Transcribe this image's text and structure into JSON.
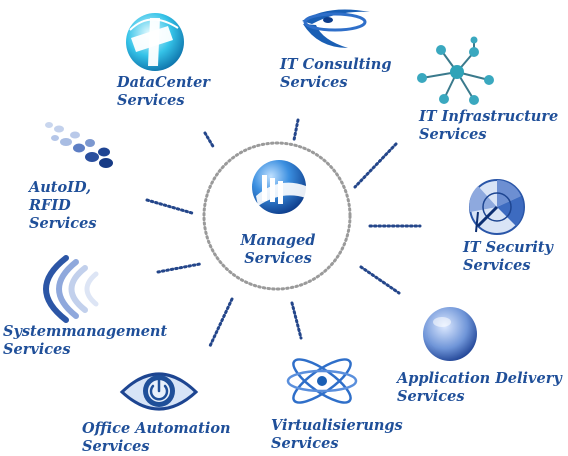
{
  "colors": {
    "label": "#1f4f99",
    "accent": "#1a5fb4",
    "dots": "#24468a",
    "ring": "#9a9a9a"
  },
  "center": {
    "label": "Managed\nServices",
    "icon": "managed-services-logo-icon"
  },
  "services": [
    {
      "id": "datacenter",
      "label": "DataCenter\nServices",
      "icon": "datacenter-globe-icon"
    },
    {
      "id": "it-consulting",
      "label": "IT Consulting\nServices",
      "icon": "swoosh-icon"
    },
    {
      "id": "it-infrastructure",
      "label": "IT Infrastructure\nServices",
      "icon": "network-nodes-icon"
    },
    {
      "id": "it-security",
      "label": "IT Security\nServices",
      "icon": "security-radar-icon"
    },
    {
      "id": "application-delivery",
      "label": "Application Delivery\nServices",
      "icon": "crescent-sphere-icon"
    },
    {
      "id": "virtualisierungs",
      "label": "Virtualisierungs\nServices",
      "icon": "atom-icon"
    },
    {
      "id": "office-automation",
      "label": "Office Automation\nServices",
      "icon": "power-eye-icon"
    },
    {
      "id": "systemmanagement",
      "label": "Systemmanagement\nServices",
      "icon": "signal-waves-icon"
    },
    {
      "id": "autoid-rfid",
      "label": "AutoID,\nRFID\nServices",
      "icon": "rfid-dots-icon"
    }
  ]
}
